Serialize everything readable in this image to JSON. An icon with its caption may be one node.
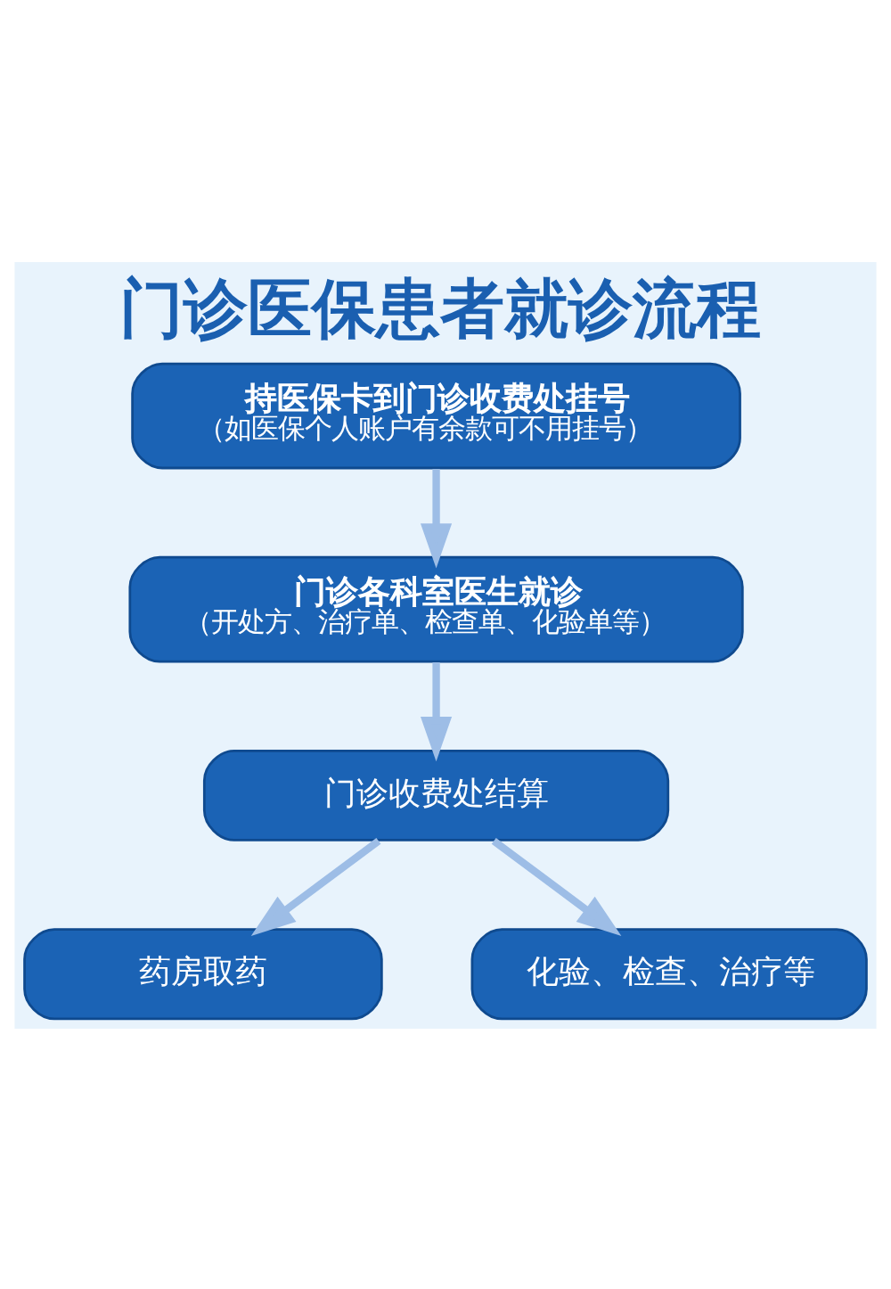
{
  "diagram": {
    "title": "门诊医保患者就诊流程",
    "nodes": [
      {
        "text": [
          "持医保卡到门诊收费处挂号",
          "（如医保个人账户有余款可不用挂号）"
        ]
      },
      {
        "text": [
          "门诊各科室医生就诊",
          "（开处方、治疗单、检查单、化验单等）"
        ]
      },
      {
        "text": [
          "门诊收费处结算"
        ]
      },
      {
        "text": [
          "药房取药"
        ]
      },
      {
        "text": [
          "化验、检查、治疗等"
        ]
      }
    ],
    "edges": [
      {
        "from": 0,
        "to": 1,
        "arrow": "to"
      },
      {
        "from": 1,
        "to": 2,
        "arrow": "to"
      },
      {
        "from": 2,
        "to": 3,
        "arrow": "to"
      },
      {
        "from": 2,
        "to": 4,
        "arrow": "to"
      }
    ]
  }
}
